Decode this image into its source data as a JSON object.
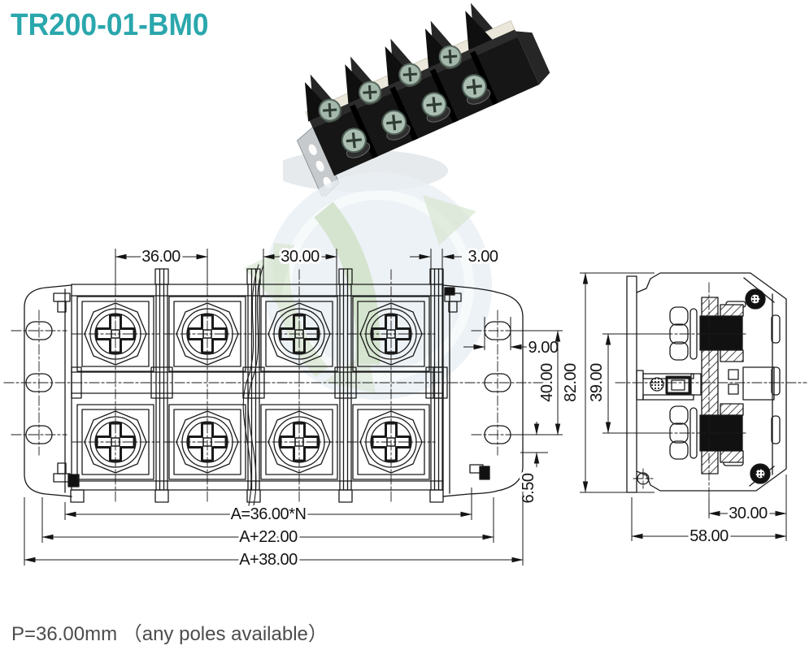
{
  "title": "TR200-01-BM0",
  "footer": {
    "note": "P=36.00mm （any poles available）"
  },
  "icons": {
    "watermark": "globe-leaf-watermark-icon"
  },
  "colors": {
    "title_teal": "#2aa7ad",
    "drawing_line": "#1a1a1a",
    "footer_text": "#4c4c4c",
    "watermark_blue": "#e9eff4",
    "watermark_green": "#c8dcc0"
  },
  "front_view": {
    "dims": {
      "pitch": "36.00",
      "opening_width": "30.00",
      "barrier_thickness": "3.00",
      "slot_width": "9.00",
      "slot_span": "40.00",
      "edge_offset": "6.50",
      "total_poles": "A=36.00*N",
      "body_width": "A+22.00",
      "overall_width": "A+38.00"
    }
  },
  "side_view": {
    "dims": {
      "overall_height": "82.00",
      "stud_span": "39.00",
      "inner_depth": "30.00",
      "overall_depth": "58.00"
    }
  }
}
